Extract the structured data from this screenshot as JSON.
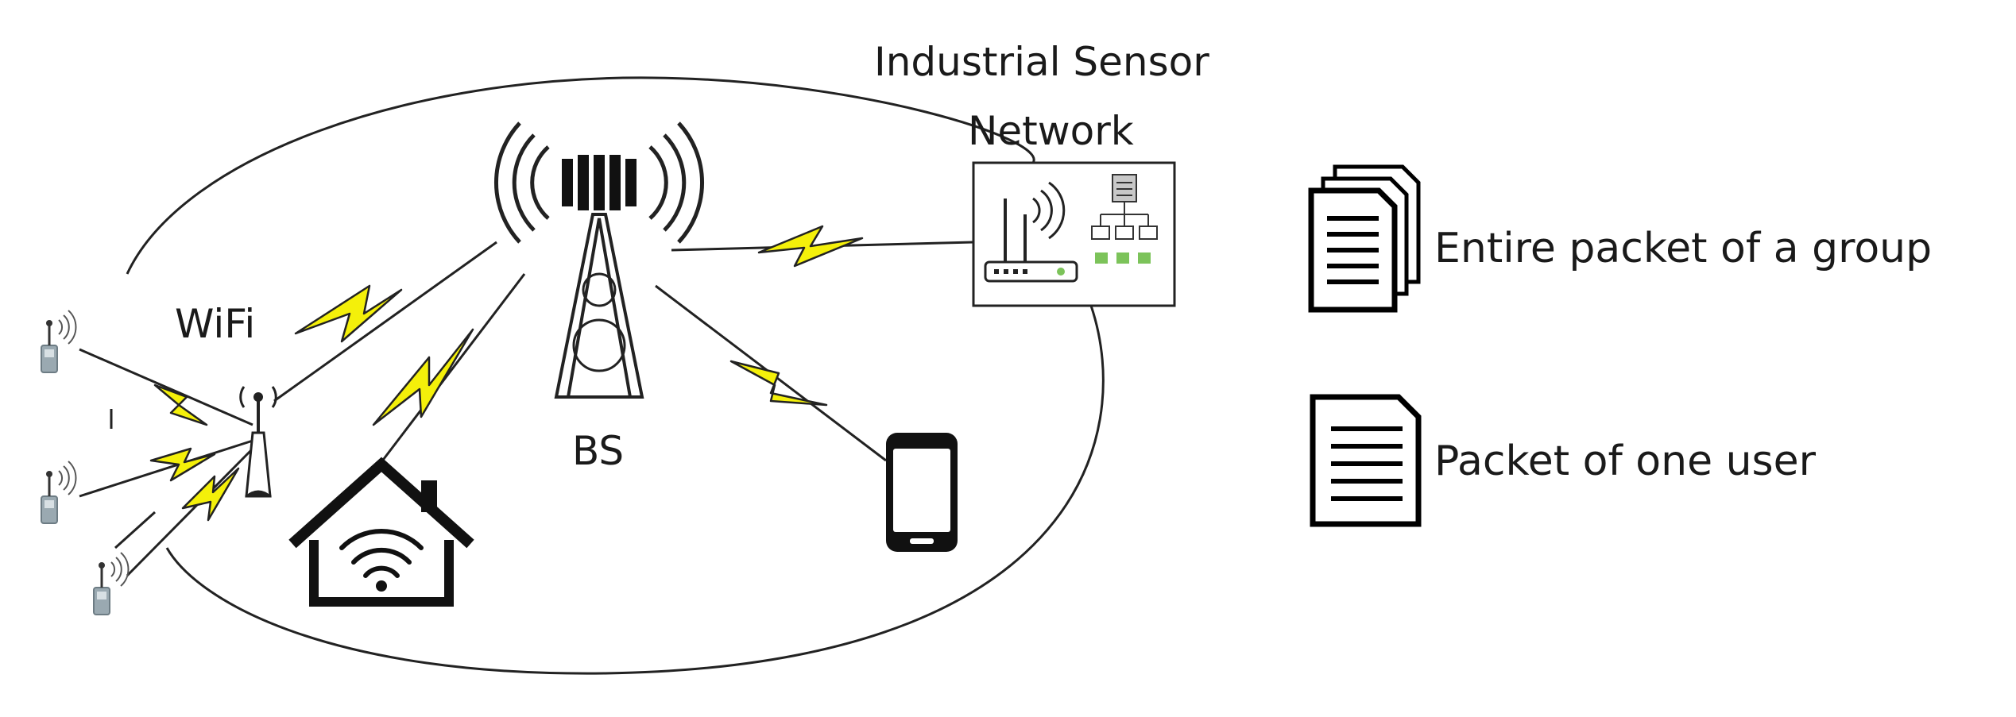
{
  "labels": {
    "wifi": "WiFi",
    "bs": "BS",
    "industrial_line1": "Industrial Sensor",
    "industrial_line2": "Network"
  },
  "legend": {
    "group_packet": "Entire packet of a group",
    "user_packet": "Packet of one user"
  },
  "icons": [
    "sensor-icon",
    "wifi-router-icon",
    "base-station-tower-icon",
    "smart-home-icon",
    "smartphone-icon",
    "wireless-router-icon",
    "network-switch-icon",
    "lightning-link-icon",
    "document-stack-icon",
    "document-icon"
  ],
  "colors": {
    "link": "#f4f00a",
    "link_stroke": "#222222",
    "sensor": "#9aa9b1",
    "switch_port": "#7cc35a",
    "line": "#222222"
  }
}
